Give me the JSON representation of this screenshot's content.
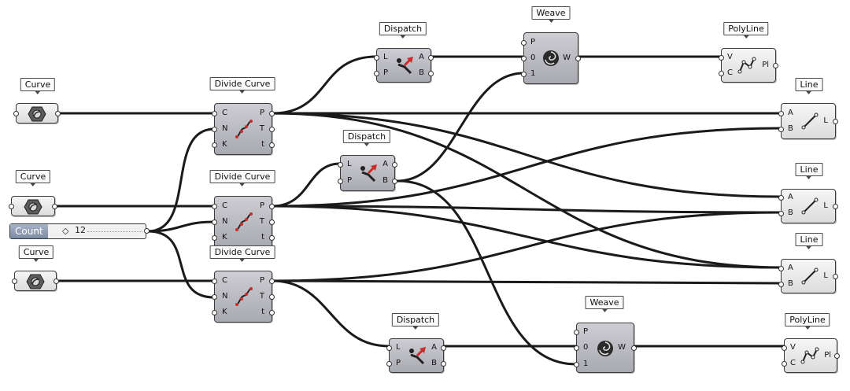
{
  "title": "",
  "labels": {
    "curve": "Curve",
    "divide_curve": "Divide Curve",
    "dispatch": "Dispatch",
    "weave": "Weave",
    "polyline": "PolyLine",
    "line": "Line",
    "count": "Count"
  },
  "slider": {
    "value": "12",
    "grip": "◇"
  },
  "pins": {
    "C": "C",
    "N": "N",
    "K": "K",
    "P": "P",
    "T": "T",
    "t": "t",
    "L": "L",
    "A": "A",
    "B": "B",
    "0": "0",
    "1": "1",
    "W": "W",
    "V": "V",
    "Pl": "Pl"
  },
  "colors": {
    "component_fill": "#bdbdc4",
    "param_fill": "#e8e8e8",
    "wire": "#1a1a1a",
    "slider_label": "#8e9ab2",
    "accent_red": "#cc2b2b"
  },
  "icons": {
    "curve": "curve-param-icon",
    "divide": "divide-curve-icon",
    "dispatch": "dispatch-icon",
    "weave": "weave-icon",
    "polyline": "polyline-icon",
    "line": "line-icon"
  }
}
